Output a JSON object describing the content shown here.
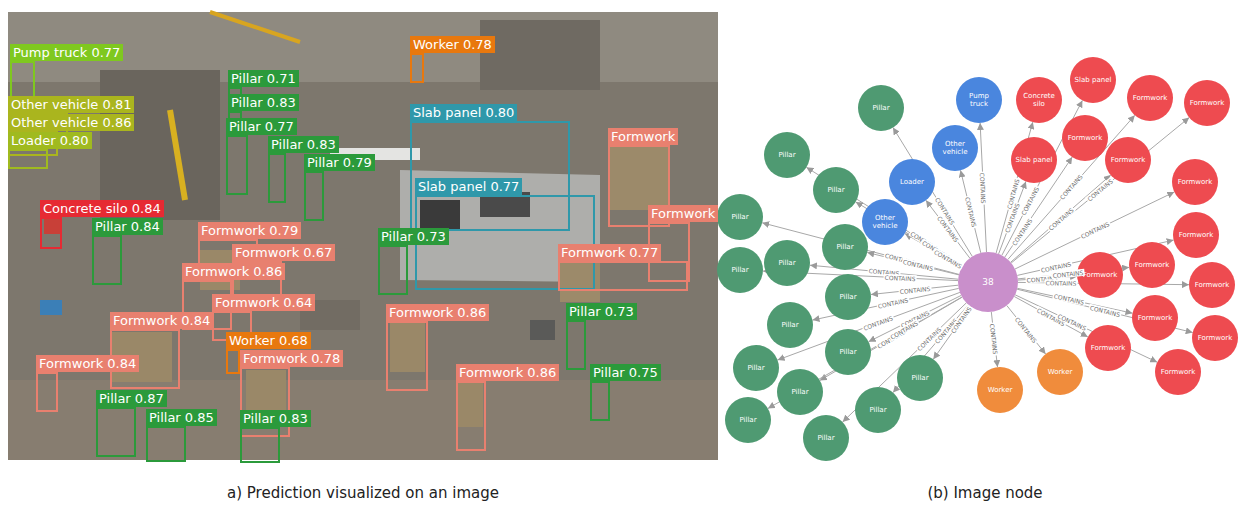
{
  "diagram": {
    "nodes": [
      {
        "text": [
          "Pump truck 0.77"
        ]
      },
      {
        "text": [
          "Other vehicle 0.81"
        ]
      },
      {
        "text": [
          "Other vehicle 0.86"
        ]
      },
      {
        "text": [
          "Loader 0.80"
        ]
      },
      {
        "text": [
          "Worker 0.78"
        ]
      },
      {
        "text": [
          "Pillar 0.71"
        ]
      },
      {
        "text": [
          "Pillar 0.83"
        ]
      },
      {
        "text": [
          "Pillar 0.77"
        ]
      },
      {
        "text": [
          "Pillar 0.83"
        ]
      },
      {
        "text": [
          "Pillar 0.79"
        ]
      },
      {
        "text": [
          "Slab panel 0.80"
        ]
      },
      {
        "text": [
          "Slab panel 0.77"
        ]
      },
      {
        "text": [
          "Formwork"
        ]
      },
      {
        "text": [
          "Formwork"
        ]
      },
      {
        "text": [
          "Concrete silo 0.84"
        ]
      },
      {
        "text": [
          "Pillar 0.84"
        ]
      },
      {
        "text": [
          "Formwork 0.79"
        ]
      },
      {
        "text": [
          "Formwork 0.67"
        ]
      },
      {
        "text": [
          "Pillar 0.73"
        ]
      },
      {
        "text": [
          "Formwork 0.86"
        ]
      },
      {
        "text": [
          "Formwork 0.77"
        ]
      },
      {
        "text": [
          "Formwork 0.64"
        ]
      },
      {
        "text": [
          "Formwork 0.84"
        ]
      },
      {
        "text": [
          "Formwork 0.86"
        ]
      },
      {
        "text": [
          "Pillar 0.73"
        ]
      },
      {
        "text": [
          "Worker 0.68"
        ]
      },
      {
        "text": [
          "Formwork 0.78"
        ]
      },
      {
        "text": [
          "Formwork 0.84"
        ]
      },
      {
        "text": [
          "Formwork 0.86"
        ]
      },
      {
        "text": [
          "Pillar 0.75"
        ]
      },
      {
        "text": [
          "Pillar 0.87"
        ]
      },
      {
        "text": [
          "Pillar 0.85"
        ]
      },
      {
        "text": [
          "Pillar 0.83"
        ]
      },
      {
        "text": [
          "38"
        ]
      },
      {
        "text": [
          "Pillar"
        ]
      },
      {
        "text": [
          "Pillar"
        ]
      },
      {
        "text": [
          "Pillar"
        ]
      },
      {
        "text": [
          "Pillar"
        ]
      },
      {
        "text": [
          "Pillar"
        ]
      },
      {
        "text": [
          "Pillar"
        ]
      },
      {
        "text": [
          "Pillar"
        ]
      },
      {
        "text": [
          "Pillar"
        ]
      },
      {
        "text": [
          "Pillar"
        ]
      },
      {
        "text": [
          "Pillar"
        ]
      },
      {
        "text": [
          "Pillar"
        ]
      },
      {
        "text": [
          "Pillar"
        ]
      },
      {
        "text": [
          "Pillar"
        ]
      },
      {
        "text": [
          "Pillar"
        ]
      },
      {
        "text": [
          "Pillar"
        ]
      },
      {
        "text": [
          "Pillar"
        ]
      },
      {
        "text": [
          "Pump truck"
        ]
      },
      {
        "text": [
          "Other vehicle"
        ]
      },
      {
        "text": [
          "Loader"
        ]
      },
      {
        "text": [
          "Other vehicle"
        ]
      },
      {
        "text": [
          "Concrete silo"
        ]
      },
      {
        "text": [
          "Slab panel"
        ]
      },
      {
        "text": [
          "Slab panel"
        ]
      },
      {
        "text": [
          "Formwork"
        ]
      },
      {
        "text": [
          "Formwork"
        ]
      },
      {
        "text": [
          "Formwork"
        ]
      },
      {
        "text": [
          "Formwork"
        ]
      },
      {
        "text": [
          "Formwork"
        ]
      },
      {
        "text": [
          "Formwork"
        ]
      },
      {
        "text": [
          "Formwork"
        ]
      },
      {
        "text": [
          "Formwork"
        ]
      },
      {
        "text": [
          "Formwork"
        ]
      },
      {
        "text": [
          "Formwork"
        ]
      },
      {
        "text": [
          "Formwork"
        ]
      },
      {
        "text": [
          "Formwork"
        ]
      },
      {
        "text": [
          "Formwork"
        ]
      },
      {
        "text": [
          "Worker"
        ]
      },
      {
        "text": [
          "Worker"
        ]
      }
    ],
    "edges": [
      {
        "from": 33,
        "to": 34,
        "label": "CONTAINS",
        "arrow": "to"
      },
      {
        "from": 33,
        "to": 35,
        "label": "CONTAINS",
        "arrow": "to"
      },
      {
        "from": 33,
        "to": 36,
        "label": "CONTAINS",
        "arrow": "to"
      },
      {
        "from": 33,
        "to": 37,
        "label": "CONTAINS",
        "arrow": "to"
      },
      {
        "from": 33,
        "to": 38,
        "label": "CONTAINS",
        "arrow": "to"
      },
      {
        "from": 33,
        "to": 39,
        "label": "CONTAINS",
        "arrow": "to"
      },
      {
        "from": 33,
        "to": 40,
        "label": "CONTAINS",
        "arrow": "to"
      },
      {
        "from": 33,
        "to": 41,
        "label": "CONTAINS",
        "arrow": "to"
      },
      {
        "from": 33,
        "to": 42,
        "label": "CONTAINS",
        "arrow": "to"
      },
      {
        "from": 33,
        "to": 43,
        "label": "CONTAINS",
        "arrow": "to"
      },
      {
        "from": 33,
        "to": 44,
        "label": "CONTAINS",
        "arrow": "to"
      },
      {
        "from": 33,
        "to": 45,
        "label": "CONTAINS",
        "arrow": "to"
      },
      {
        "from": 33,
        "to": 46,
        "label": "CONTAINS",
        "arrow": "to"
      },
      {
        "from": 33,
        "to": 47,
        "label": "CONTAINS",
        "arrow": "to"
      },
      {
        "from": 33,
        "to": 48,
        "label": "CONTAINS",
        "arrow": "to"
      },
      {
        "from": 33,
        "to": 49,
        "label": "CONTAINS",
        "arrow": "to"
      },
      {
        "from": 33,
        "to": 50,
        "label": "CONTAINS",
        "arrow": "to"
      },
      {
        "from": 33,
        "to": 51,
        "label": "CONTAINS",
        "arrow": "to"
      },
      {
        "from": 33,
        "to": 52,
        "label": "CONTAINS",
        "arrow": "to"
      },
      {
        "from": 33,
        "to": 53,
        "label": "CONTAINS",
        "arrow": "to"
      },
      {
        "from": 33,
        "to": 54,
        "label": "CONTAINS",
        "arrow": "to"
      },
      {
        "from": 33,
        "to": 55,
        "label": "CONTAINS",
        "arrow": "to"
      },
      {
        "from": 33,
        "to": 56,
        "label": "CONTAINS",
        "arrow": "to"
      },
      {
        "from": 33,
        "to": 57,
        "label": "CONTAINS",
        "arrow": "to"
      },
      {
        "from": 33,
        "to": 58,
        "label": "CONTAINS",
        "arrow": "to"
      },
      {
        "from": 33,
        "to": 59,
        "label": "CONTAINS",
        "arrow": "to"
      },
      {
        "from": 33,
        "to": 60,
        "label": "CONTAINS",
        "arrow": "to"
      },
      {
        "from": 33,
        "to": 61,
        "label": "CONTAINS",
        "arrow": "to"
      },
      {
        "from": 33,
        "to": 62,
        "label": "CONTAINS",
        "arrow": "to"
      },
      {
        "from": 33,
        "to": 63,
        "label": "CONTAINS",
        "arrow": "to"
      },
      {
        "from": 33,
        "to": 64,
        "label": "CONTAINS",
        "arrow": "to"
      },
      {
        "from": 33,
        "to": 65,
        "label": "CONTAINS",
        "arrow": "to"
      },
      {
        "from": 33,
        "to": 66,
        "label": "CONTAINS",
        "arrow": "to"
      },
      {
        "from": 33,
        "to": 67,
        "label": "CONTAINS",
        "arrow": "to"
      },
      {
        "from": 33,
        "to": 68,
        "label": "CONTAINS",
        "arrow": "to"
      },
      {
        "from": 33,
        "to": 69,
        "label": "CONTAINS",
        "arrow": "to"
      },
      {
        "from": 33,
        "to": 70,
        "label": "CONTAINS",
        "arrow": "to"
      },
      {
        "from": 33,
        "to": 71,
        "label": "CONTAINS",
        "arrow": "to"
      }
    ],
    "labels": [
      "a) Prediction visualized on an image",
      "(b) Image node"
    ]
  }
}
